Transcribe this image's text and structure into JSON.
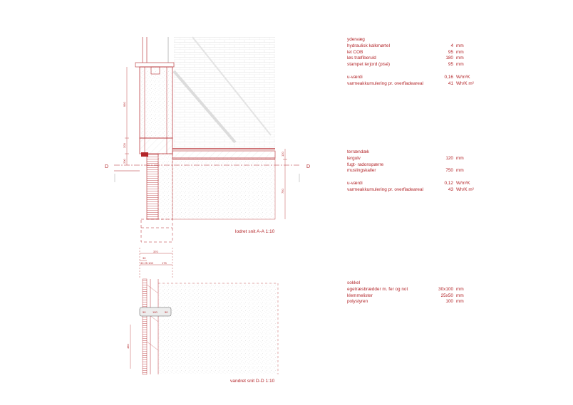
{
  "colors": {
    "accent": "#b3262a",
    "hatch": "#d8d8d8",
    "stipple": "#c9c9c9"
  },
  "spec_wall": {
    "title": "ydervæg",
    "rows": [
      {
        "label": "hydraulisk kalkmørtel",
        "value": "4",
        "unit": "mm"
      },
      {
        "label": "let COB",
        "value": "95",
        "unit": "mm"
      },
      {
        "label": "løs træfiberuld",
        "value": "180",
        "unit": "mm"
      },
      {
        "label": "stampet lerjord (pisé)",
        "value": "95",
        "unit": "mm"
      }
    ],
    "perf": [
      {
        "label": "u-værdi",
        "value": "0,16",
        "unit": "W/m²K"
      },
      {
        "label": "varmeakkumulering pr. overfladeareal",
        "value": "41",
        "unit": "Wh/K m²"
      }
    ]
  },
  "spec_floor": {
    "title": "terrændæk",
    "rows": [
      {
        "label": "lergulv",
        "value": "120",
        "unit": "mm"
      },
      {
        "label": "fugt- radonspærre",
        "value": "",
        "unit": ""
      },
      {
        "label": "muslingskaller",
        "value": "750",
        "unit": "mm"
      }
    ],
    "perf": [
      {
        "label": "u-værdi",
        "value": "0,12",
        "unit": "W/m²K"
      },
      {
        "label": "varmeakkumulering pr. overfladeareal",
        "value": "43",
        "unit": "Wh/K m²"
      }
    ]
  },
  "spec_plinth": {
    "title": "sokkel",
    "rows": [
      {
        "label": "egetræsbrædder m. fer og not",
        "value": "30x100",
        "unit": "mm"
      },
      {
        "label": "klemmelister",
        "value": "25x50",
        "unit": "mm"
      },
      {
        "label": "polystyren",
        "value": "100",
        "unit": "mm"
      }
    ]
  },
  "captions": {
    "vertical_section": "lodret snit A-A 1:10",
    "horizontal_section": "vandret snit D-D 1:10"
  },
  "section_marks": {
    "left": "D",
    "right": "D"
  },
  "dimensions": {
    "wall_height": "950",
    "plinth": "200",
    "ground": "200",
    "floor_top": "120",
    "floor_fill": "750",
    "total_width": "370",
    "part_a": "30",
    "parts": "40  25 100",
    "part_b": "175",
    "plan_height": "480",
    "detail_left": "50",
    "detail_mid": "100",
    "detail_right": "50"
  }
}
